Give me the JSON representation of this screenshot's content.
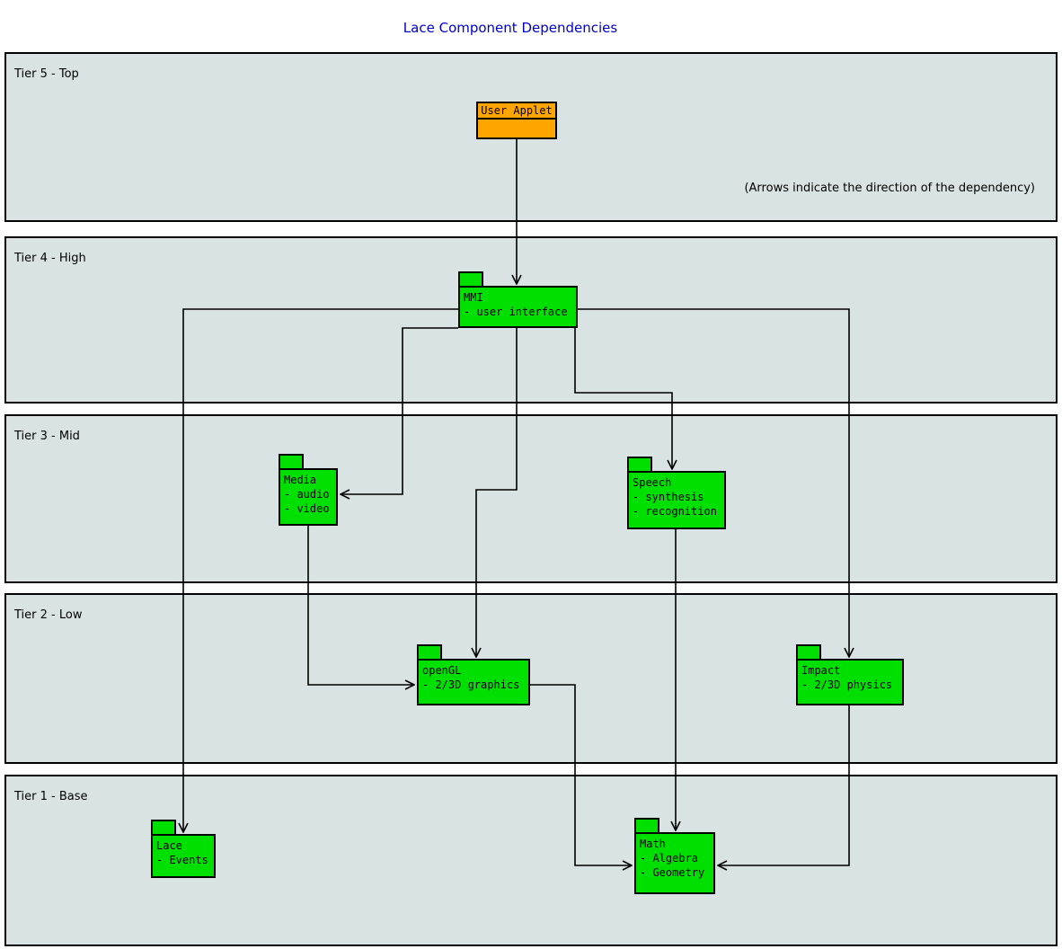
{
  "title": "Lace Component Dependencies",
  "annotation": "(Arrows indicate the direction of the dependency)",
  "colors": {
    "component_green": "#00e000",
    "applet_orange": "#ffa500",
    "tier_fill": "#dae3e3",
    "title_color": "#0000cc"
  },
  "tiers": [
    {
      "label": "Tier 5 - Top"
    },
    {
      "label": "Tier 4 - High"
    },
    {
      "label": "Tier 3 - Mid"
    },
    {
      "label": "Tier 2 - Low"
    },
    {
      "label": "Tier 1 - Base"
    }
  ],
  "components": {
    "user_applet": {
      "label": "User Applet"
    },
    "mmi": {
      "name": "MMI",
      "details": [
        "- user interface"
      ]
    },
    "media": {
      "name": "Media",
      "details": [
        "- audio",
        "- video"
      ]
    },
    "speech": {
      "name": "Speech",
      "details": [
        "- synthesis",
        "- recognition"
      ]
    },
    "opengl": {
      "name": "openGL",
      "details": [
        "- 2/3D graphics"
      ]
    },
    "impact": {
      "name": "Impact",
      "details": [
        "- 2/3D physics"
      ]
    },
    "lace": {
      "name": "Lace",
      "details": [
        "- Events"
      ]
    },
    "math": {
      "name": "Math",
      "details": [
        "- Algebra",
        "- Geometry"
      ]
    }
  },
  "edges": [
    {
      "from": "User Applet",
      "to": "MMI"
    },
    {
      "from": "MMI",
      "to": "Lace"
    },
    {
      "from": "MMI",
      "to": "Media"
    },
    {
      "from": "MMI",
      "to": "openGL"
    },
    {
      "from": "MMI",
      "to": "Speech"
    },
    {
      "from": "MMI",
      "to": "Impact"
    },
    {
      "from": "Media",
      "to": "openGL"
    },
    {
      "from": "Speech",
      "to": "Math"
    },
    {
      "from": "openGL",
      "to": "Math"
    },
    {
      "from": "Impact",
      "to": "Math"
    }
  ]
}
